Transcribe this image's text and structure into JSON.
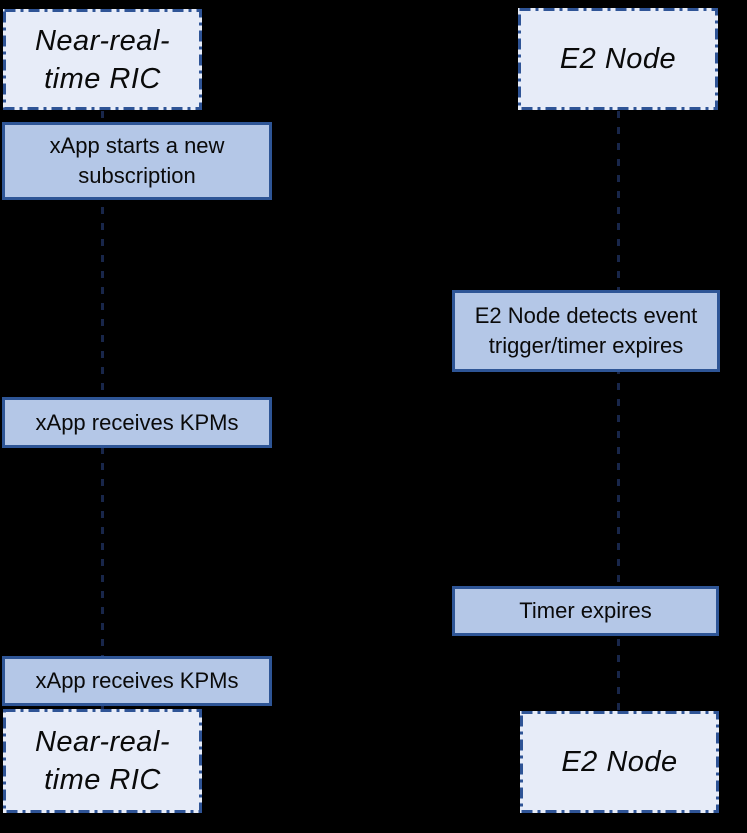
{
  "colors": {
    "background": "#000000",
    "actor-fill": "#e7ecf8",
    "actor-border": "#2f5496",
    "action-fill": "#b4c7e7",
    "action-border": "#2e5596",
    "lifeline": "#18264a",
    "text": "#0a0a0a"
  },
  "actors": {
    "ric_top": "Near-real-\ntime RIC",
    "e2_top": "E2 Node",
    "ric_bottom": "Near-real-\ntime RIC",
    "e2_bottom": "E2 Node"
  },
  "actions": {
    "xapp_starts": "xApp starts a new\nsubscription",
    "e2_detects": "E2 Node detects event\ntrigger/timer expires",
    "xapp_receives_1": "xApp receives KPMs",
    "timer_expires": "Timer expires",
    "xapp_receives_2": "xApp receives KPMs"
  }
}
